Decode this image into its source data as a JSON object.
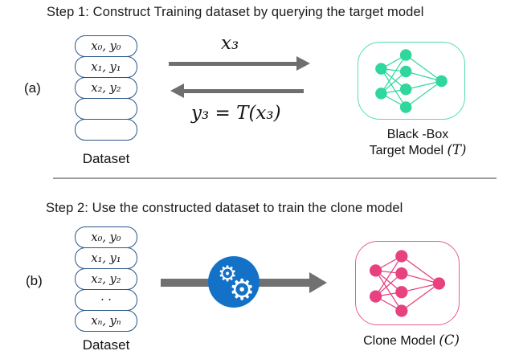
{
  "colors": {
    "pill_border": "#2a5689",
    "arrow_gray": "#6f6f6f",
    "thick_arrow_gray": "#717171",
    "gear_blue": "#1372c8",
    "target_green": "#2fd79c",
    "target_box_border": "#55ddb0",
    "clone_pink": "#e7417f",
    "clone_box_border": "#e75e8b",
    "divider_gray": "#9b9b9b"
  },
  "icons": {
    "gear_glyph": "⚙"
  },
  "step1": {
    "title": "Step 1: Construct Training dataset by querying the target model",
    "panel_label": "(a)",
    "dataset": {
      "rows": [
        "x₀, y₀",
        "x₁, y₁",
        "x₂, y₂",
        "",
        ""
      ],
      "caption": "Dataset"
    },
    "query_arrow_label": "x₃",
    "response_arrow_label": "y₃ = T(x₃)",
    "model": {
      "caption_line1": "Black -Box",
      "caption_line2_text": "Target Model ",
      "caption_line2_math": "(T)"
    }
  },
  "step2": {
    "title": "Step 2: Use the constructed dataset to train the clone model",
    "panel_label": "(b)",
    "dataset": {
      "rows": [
        "x₀, y₀",
        "x₁, y₁",
        "x₂, y₂",
        "· ·",
        "xₙ, yₙ"
      ],
      "caption": "Dataset"
    },
    "model": {
      "caption_text": "Clone Model ",
      "caption_math": "(C)"
    }
  }
}
